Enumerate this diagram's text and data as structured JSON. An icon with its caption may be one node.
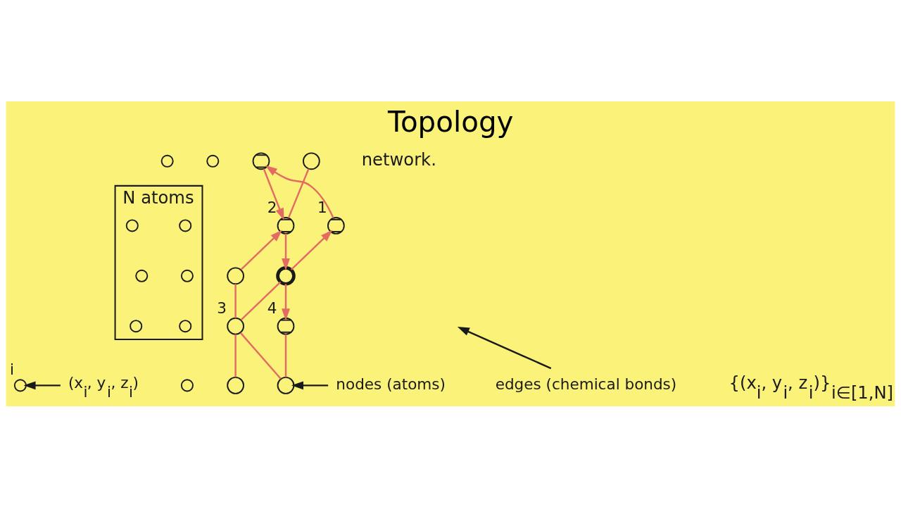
{
  "diagram": {
    "title": "Topology",
    "nodes": [
      {
        "text": [
          "N atoms"
        ]
      },
      {
        "text": [],
        "shape": "circle"
      },
      {
        "text": [],
        "shape": "circle"
      },
      {
        "text": [],
        "shape": "circle",
        "in": 0
      },
      {
        "text": [],
        "shape": "circle",
        "in": 0
      },
      {
        "text": [],
        "shape": "circle",
        "in": 0
      },
      {
        "text": [],
        "shape": "circle",
        "in": 0
      },
      {
        "text": [],
        "shape": "circle",
        "in": 0
      },
      {
        "text": [],
        "shape": "circle",
        "in": 0
      },
      {
        "text": [],
        "shape": "circle",
        "beside": [
          "i"
        ]
      },
      {
        "text": [],
        "shape": "circle"
      },
      {
        "text": [
          "(x$_{i}$, y$_{i}$, z$_{i}$)"
        ]
      },
      {
        "text": [],
        "shape": "circle"
      },
      {
        "text": [],
        "shape": "circle"
      },
      {
        "text": [],
        "shape": "circle",
        "beside": [
          "1"
        ]
      },
      {
        "text": [],
        "shape": "circle",
        "beside": [
          "2"
        ]
      },
      {
        "text": [],
        "shape": "circle"
      },
      {
        "text": [],
        "shape": "circle"
      },
      {
        "text": [],
        "shape": "circle",
        "beside": [
          "3"
        ]
      },
      {
        "text": [],
        "shape": "circle",
        "beside": [
          "4"
        ]
      },
      {
        "text": [],
        "shape": "circle"
      },
      {
        "text": [],
        "shape": "circle"
      },
      {
        "text": [
          "edges (chemical bonds)"
        ]
      },
      {
        "text": [
          "nodes (atoms)"
        ]
      }
    ],
    "edges": [
      {
        "from": 14,
        "to": 12,
        "arrow": "to"
      },
      {
        "from": 12,
        "to": 15,
        "arrow": "to"
      },
      {
        "from": 13,
        "to": 15,
        "arrow": "none"
      },
      {
        "from": 16,
        "to": 15,
        "arrow": "to"
      },
      {
        "from": 17,
        "to": 14,
        "arrow": "to"
      },
      {
        "from": 15,
        "to": 17,
        "arrow": "to"
      },
      {
        "from": 17,
        "to": 19,
        "arrow": "to"
      },
      {
        "from": 17,
        "to": 18,
        "arrow": "none"
      },
      {
        "from": 16,
        "to": 18,
        "arrow": "none"
      },
      {
        "from": 18,
        "to": 21,
        "arrow": "none"
      },
      {
        "from": 18,
        "to": 20,
        "arrow": "none"
      },
      {
        "from": 19,
        "to": 20,
        "arrow": "none"
      },
      {
        "from": 11,
        "to": 9,
        "arrow": "to",
        "color": "#1a1a1a"
      },
      {
        "from": 22,
        "to": null,
        "arrow": "to",
        "color": "#1a1a1a"
      },
      {
        "from": 23,
        "to": 20,
        "arrow": "to",
        "color": "#1a1a1a"
      }
    ],
    "labels": [
      "network.",
      "{(x$_{i}$, y$_{i}$, z$_{i}$)}$_{i∈[1,N]}$"
    ]
  }
}
